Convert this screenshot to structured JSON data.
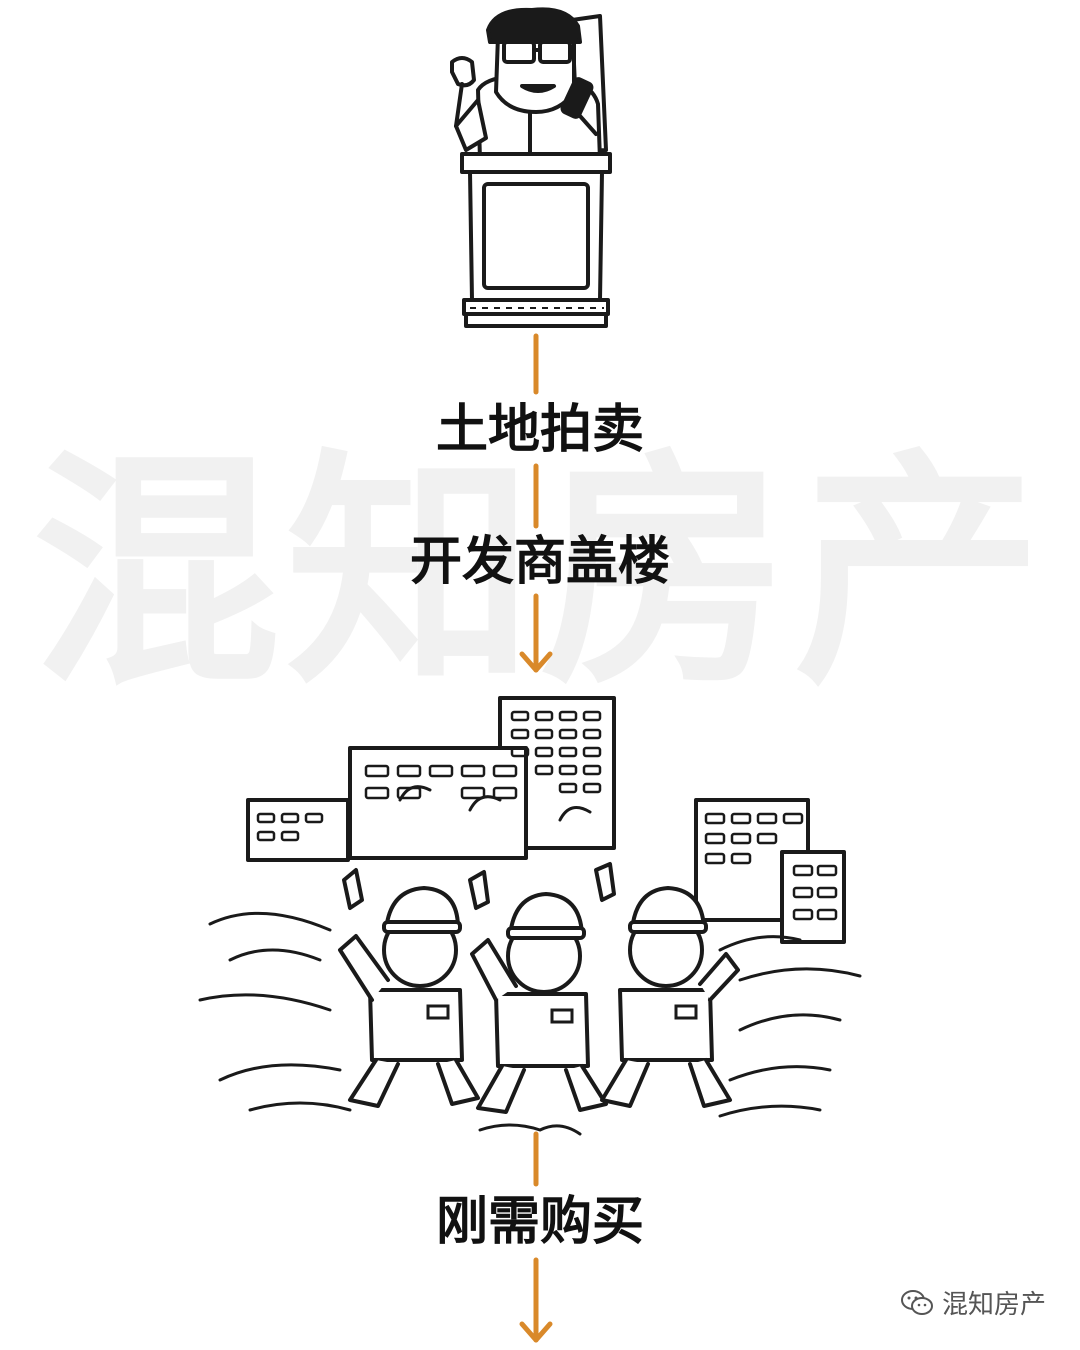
{
  "watermark_text": "混知房产",
  "steps": [
    {
      "label": "土地拍卖"
    },
    {
      "label": "开发商盖楼"
    },
    {
      "label": "刚需购买"
    }
  ],
  "signature": {
    "icon": "wechat-icon",
    "text": "混知房产"
  },
  "colors": {
    "arrow": "#D9892A",
    "ink": "#1a1a1a",
    "watermark": "#f1f1f1"
  }
}
